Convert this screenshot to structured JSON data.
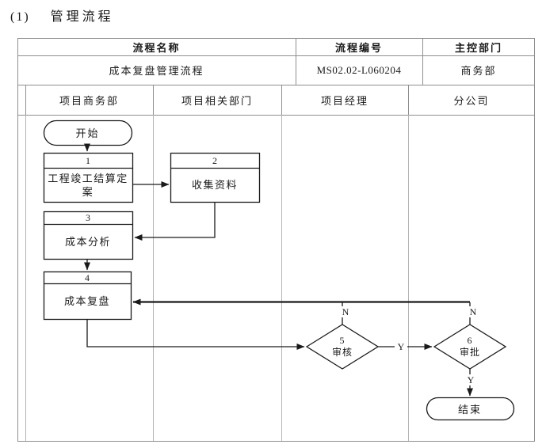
{
  "page": {
    "title_number": "(1)",
    "title_text": "管理流程"
  },
  "info_table": {
    "columns": [
      {
        "header": "流程名称",
        "value": "成本复盘管理流程"
      },
      {
        "header": "流程编号",
        "value": "MS02.02-L060204"
      },
      {
        "header": "主控部门",
        "value": "商务部"
      }
    ]
  },
  "lanes": [
    {
      "label": "项目商务部"
    },
    {
      "label": "项目相关部门"
    },
    {
      "label": "项目经理"
    },
    {
      "label": "分公司"
    }
  ],
  "flowchart": {
    "start_label": "开始",
    "end_label": "结束",
    "steps": [
      {
        "num": "1",
        "label": "工程竣工结算定案",
        "type": "process",
        "lane": "项目商务部"
      },
      {
        "num": "2",
        "label": "收集资料",
        "type": "process",
        "lane": "项目相关部门"
      },
      {
        "num": "3",
        "label": "成本分析",
        "type": "process",
        "lane": "项目商务部"
      },
      {
        "num": "4",
        "label": "成本复盘",
        "type": "process",
        "lane": "项目商务部"
      },
      {
        "num": "5",
        "label": "审核",
        "type": "decision",
        "lane": "项目经理"
      },
      {
        "num": "6",
        "label": "审批",
        "type": "decision",
        "lane": "分公司"
      }
    ],
    "branch_labels": {
      "yes": "Y",
      "no": "N"
    }
  },
  "colors": {
    "background": "#ffffff",
    "text": "#1a1a1a",
    "shape_stroke": "#1a1a1a",
    "table_border": "#8f8f8f",
    "lane_border": "#b4b4b4"
  }
}
